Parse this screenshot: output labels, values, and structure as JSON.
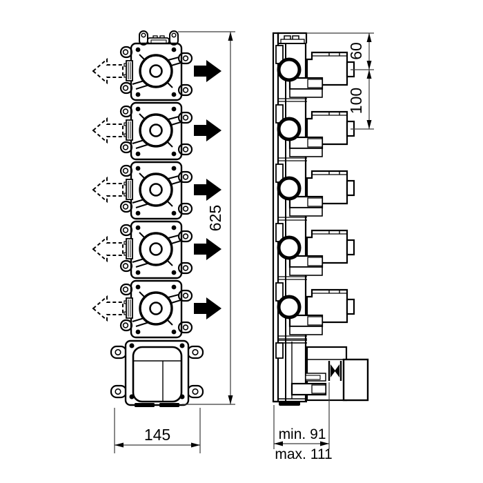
{
  "labels": {
    "total_height": "625",
    "total_width": "145",
    "top_port_offset": "60",
    "port_spacing": "100",
    "depth_min": "min. 91",
    "depth_max": "max. 111"
  },
  "front_view": {
    "valve_module_count": 5
  },
  "side_view": {
    "valve_module_count": 5
  },
  "colors": {
    "line": "#000000",
    "dimension_line": "#3a3a3a",
    "background": "#ffffff"
  }
}
